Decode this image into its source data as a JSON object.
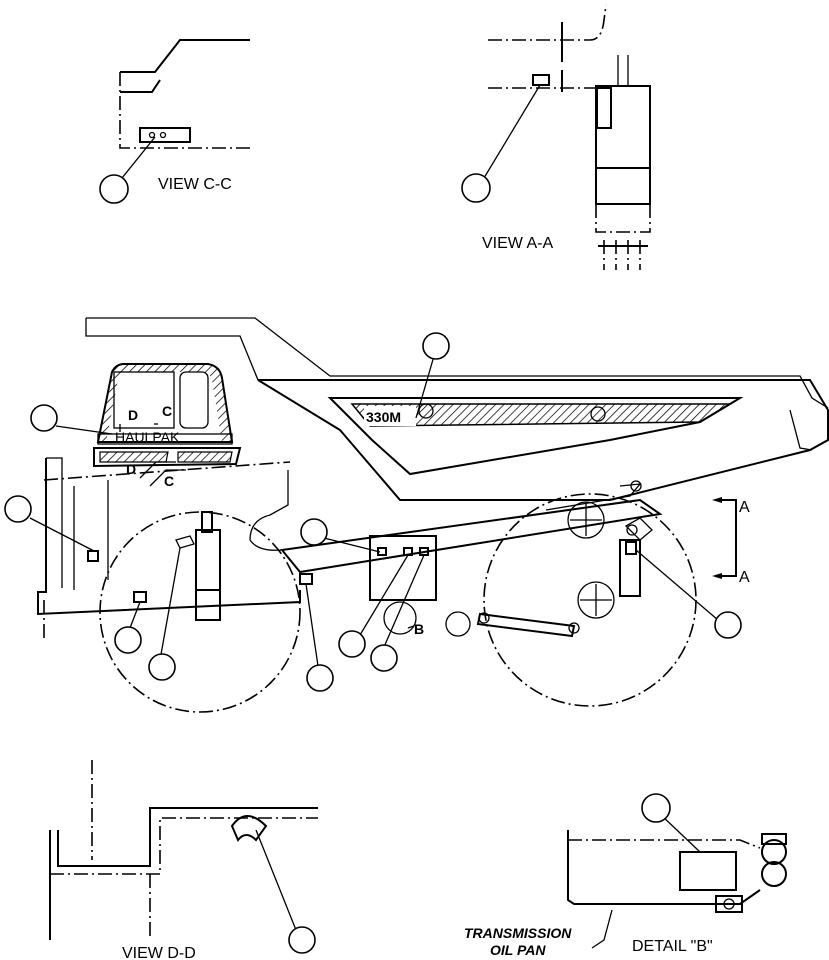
{
  "labels": {
    "view_cc": "VIEW C-C",
    "view_aa": "VIEW A-A",
    "view_dd": "VIEW D-D",
    "detail_b": "DETAIL \"B\"",
    "transmission_line1": "TRANSMISSION",
    "transmission_line2": "OIL PAN",
    "model": "330M",
    "brand": "HAULPAK",
    "section_a_top": "A",
    "section_a_bottom": "A",
    "section_c_top": "C",
    "section_c_bottom": "C",
    "section_d_top": "D",
    "section_d_bottom": "D",
    "detail_marker": "B"
  }
}
